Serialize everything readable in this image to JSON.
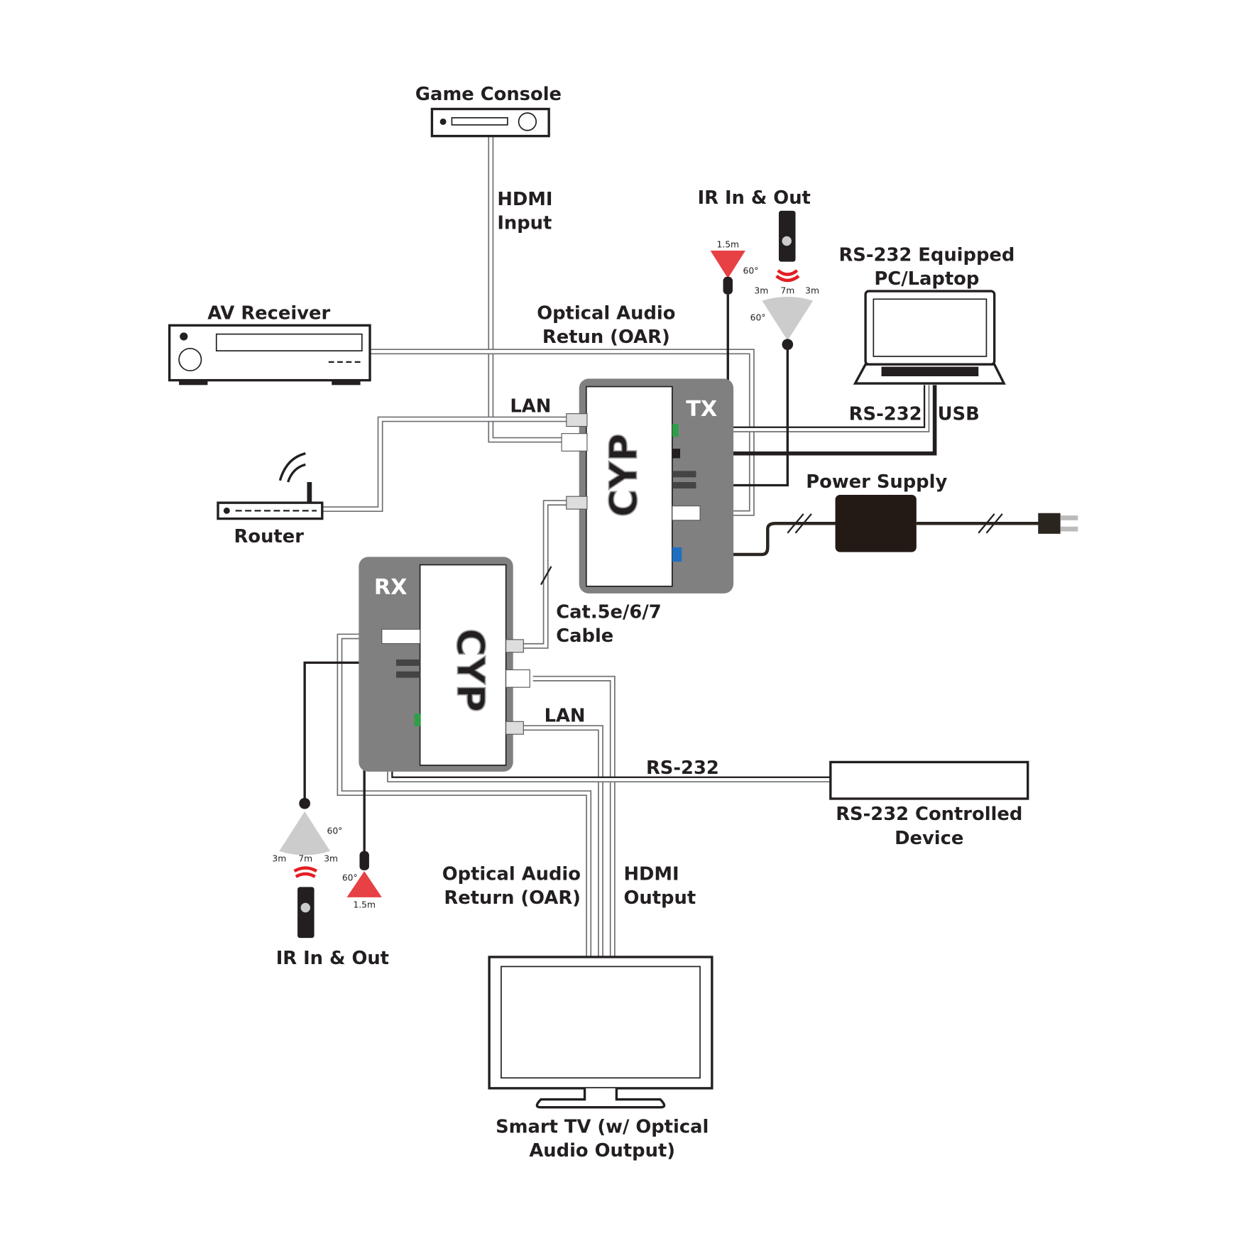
{
  "labels": {
    "game_console": "Game Console",
    "hdmi_input_1": "HDMI",
    "hdmi_input_2": "Input",
    "av_receiver": "AV Receiver",
    "oar_top_1": "Optical Audio",
    "oar_top_2": "Retun (OAR)",
    "ir_top": "IR In & Out",
    "pc_1": "RS-232 Equipped",
    "pc_2": "PC/Laptop",
    "lan_top": "LAN",
    "tx": "TX",
    "rs232_top": "RS-232",
    "usb": "USB",
    "router": "Router",
    "power_supply": "Power Supply",
    "cat_1": "Cat.5e/6/7",
    "cat_2": "Cable",
    "rx": "RX",
    "lan_bottom": "LAN",
    "rs232_bottom": "RS-232",
    "rs232_device_1": "RS-232 Controlled",
    "rs232_device_2": "Device",
    "oar_bottom_1": "Optical Audio",
    "oar_bottom_2": "Return (OAR)",
    "hdmi_output_1": "HDMI",
    "hdmi_output_2": "Output",
    "ir_bottom": "IR In & Out",
    "tv_1": "Smart TV (w/ Optical",
    "tv_2": "Audio Output)"
  },
  "ir": {
    "emitter_range": "1.5m",
    "angle": "60°",
    "side_range": "3m",
    "center_range": "7m"
  },
  "colors": {
    "panel": "#808080",
    "ir_red": "#e31e24",
    "terminal_green": "#2e9e48",
    "terminal_blue": "#1f6fc0"
  }
}
